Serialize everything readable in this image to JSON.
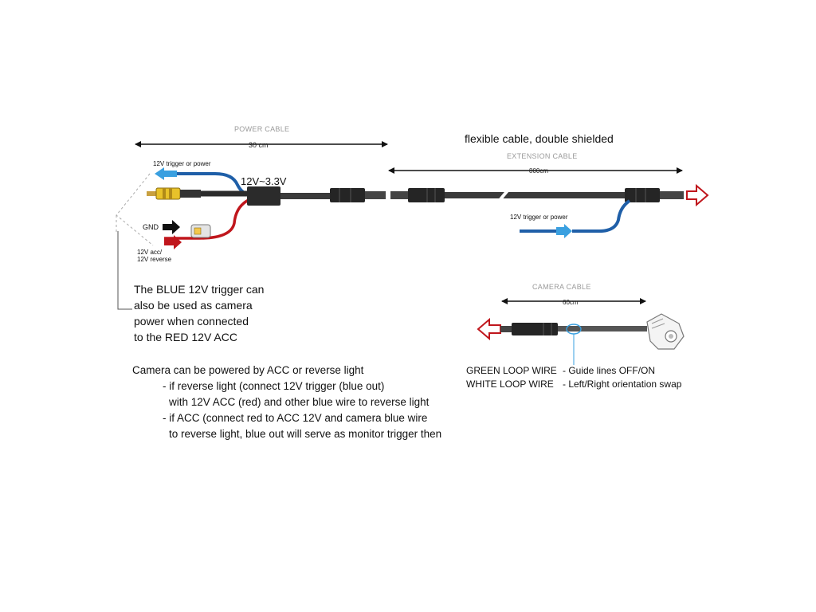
{
  "power_cable": {
    "title": "POWER CABLE",
    "length": "30 cm"
  },
  "extension_cable": {
    "note": "flexible cable, double shielded",
    "title": "EXTENSION CABLE",
    "length": "800cm"
  },
  "camera_cable": {
    "title": "CAMERA CABLE",
    "length": "60cm"
  },
  "wires": {
    "trigger_label": "12V  trigger or power",
    "voltage_label": "12V~3.3V",
    "gnd_label": "GND",
    "acc_label_line1": "12V acc/",
    "acc_label_line2": "12V reverse",
    "ext_trigger_label": "12V  trigger or power"
  },
  "blue_note": [
    "The BLUE 12V trigger can",
    "also be used as camera",
    "power when connected",
    "to the RED 12V ACC"
  ],
  "power_note": [
    "Camera can be powered by ACC or reverse light",
    "- if reverse light (connect 12V trigger (blue out)",
    "with 12V ACC (red) and other blue wire to reverse light",
    "- if ACC (connect red to ACC 12V and camera blue wire",
    "to reverse light, blue out will serve as monitor trigger then"
  ],
  "loop_wires": {
    "green_label": "GREEN LOOP WIRE",
    "green_function": "- Guide lines OFF/ON",
    "white_label": "WHITE LOOP WIRE",
    "white_function": "- Left/Right orientation swap"
  },
  "colors": {
    "blue_wire": "#1f5fa8",
    "red_wire": "#c0161c",
    "cable": "#2b2b2b",
    "arrow_outline": "#c0161c"
  }
}
